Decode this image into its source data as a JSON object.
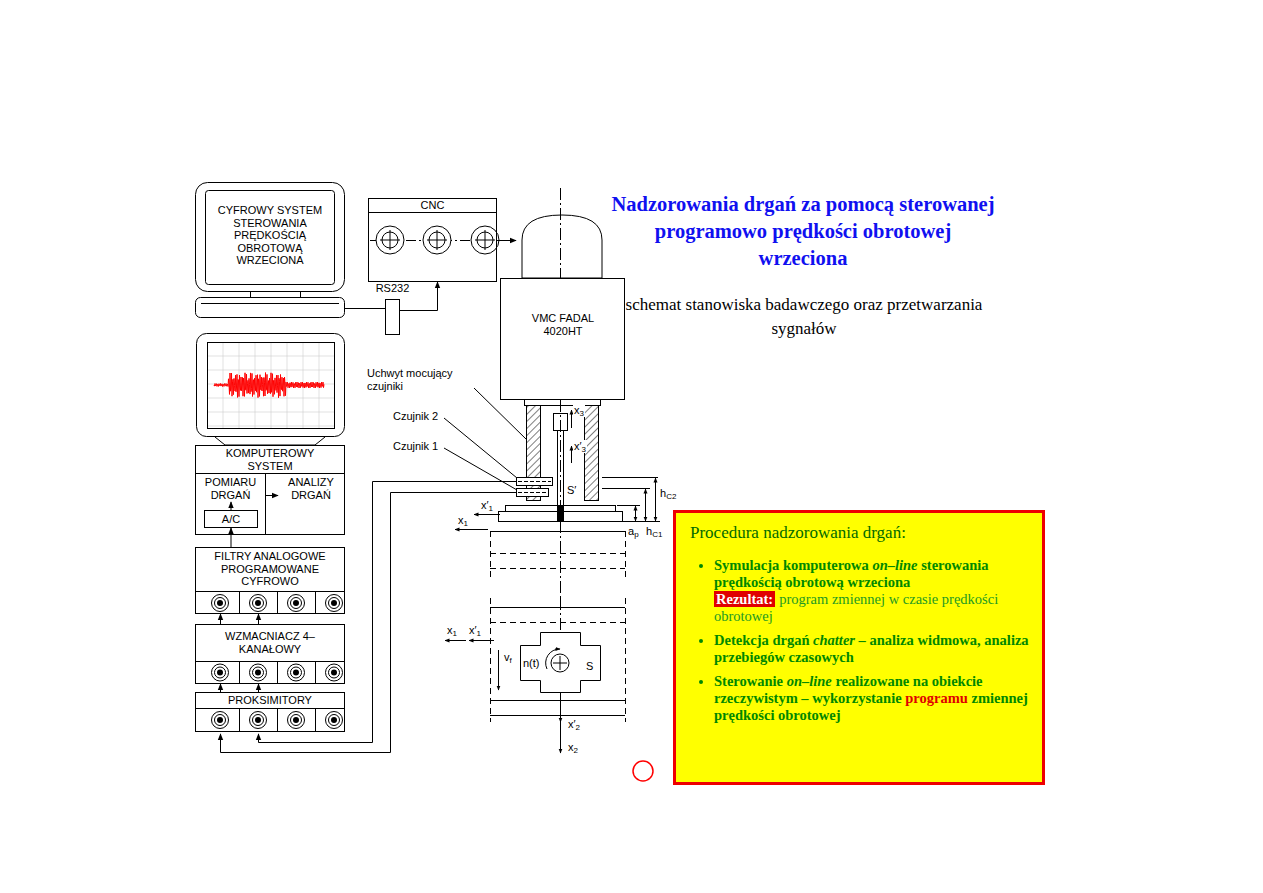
{
  "diagram": {
    "title": "Nadzorowania drgań za pomocą sterowanej programowo prędkości obrotowej wrzeciona",
    "nodes": [
      {
        "text": [
          "CYFROWY SYSTEM STEROWANIA PRĘDKOŚCIĄ OBROTOWĄ WRZECIONA"
        ]
      },
      {
        "text": [
          "CNC"
        ]
      },
      {
        "text": [
          "RS232"
        ]
      },
      {
        "text": [
          "VMC FADAL 4020HT"
        ]
      },
      {
        "text": [
          "KOMPUTEROWY SYSTEM"
        ]
      },
      {
        "text": [
          "POMIARU DRGAŃ"
        ],
        "in": 4
      },
      {
        "text": [
          "ANALIZY DRGAŃ"
        ],
        "in": 4
      },
      {
        "text": [
          "A/C"
        ],
        "in": 5
      },
      {
        "text": [
          "FILTRY ANALOGOWE PROGRAMOWANE CYFROWO"
        ]
      },
      {
        "text": [
          "WZMACNIACZ 4–KANAŁOWY"
        ]
      },
      {
        "text": [
          "PROKSIMITORY"
        ]
      },
      {
        "text": [
          "Procedura nadzorowania drgań:",
          "Symulacja komputerowa on–line sterowania prędkością obrotową wrzeciona",
          "Rezultat:",
          "program zmiennej w czasie prędkości obrotowej",
          "Detekcja drgań chatter – analiza widmowa, analiza przebiegów czasowych",
          "Sterowanie on–line realizowane na obiekcie rzeczywistym – wykorzystanie programu zmiennej prędkości obrotowej"
        ]
      }
    ],
    "edges": [
      {
        "from": 0,
        "to": 2,
        "arrow": "none"
      },
      {
        "from": 2,
        "to": 1,
        "arrow": "to"
      },
      {
        "from": 1,
        "to": 3,
        "arrow": "to"
      },
      {
        "from": 7,
        "to": 5,
        "arrow": "to"
      },
      {
        "from": 5,
        "to": 6,
        "arrow": "to"
      },
      {
        "from": 8,
        "to": 7,
        "arrow": "to"
      },
      {
        "from": 9,
        "to": 8,
        "arrow": "to"
      },
      {
        "from": 10,
        "to": 9,
        "arrow": "to"
      }
    ],
    "labels": [
      "schemat stanowiska badawczego oraz przetwarzania sygnałów",
      "Uchwyt mocujący czujniki",
      "Czujnik 2",
      "Czujnik 1",
      "x3",
      "x′3",
      "S′",
      "x′1",
      "x1",
      "hC2",
      "ap",
      "hC1",
      "vf",
      "n(t)",
      "S",
      "x1",
      "x′1",
      "x′2",
      "x2"
    ]
  }
}
